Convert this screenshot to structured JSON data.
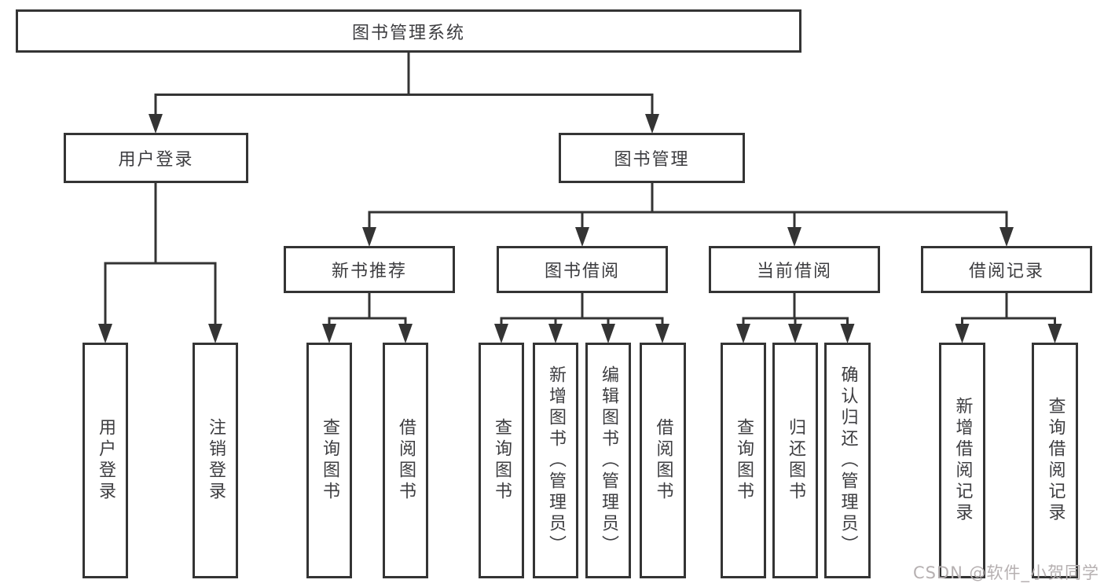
{
  "diagram_type": "hierarchy-tree",
  "colors": {
    "line": "#343434",
    "box_border": "#343434",
    "text": "#3d3d40",
    "background": "#ffffff",
    "watermark": "#b6b0b1"
  },
  "tree": {
    "label": "图书管理系统",
    "children": [
      {
        "label": "用户登录",
        "children": [
          {
            "label": "用户登录"
          },
          {
            "label": "注销登录"
          }
        ]
      },
      {
        "label": "图书管理",
        "children": [
          {
            "label": "新书推荐",
            "children": [
              {
                "label": "查询图书"
              },
              {
                "label": "借阅图书"
              }
            ]
          },
          {
            "label": "图书借阅",
            "children": [
              {
                "label": "查询图书"
              },
              {
                "label": "新增图书（管理员）"
              },
              {
                "label": "编辑图书（管理员）"
              },
              {
                "label": "借阅图书"
              }
            ]
          },
          {
            "label": "当前借阅",
            "children": [
              {
                "label": "查询图书"
              },
              {
                "label": "归还图书"
              },
              {
                "label": "确认归还（管理员）"
              }
            ]
          },
          {
            "label": "借阅记录",
            "children": [
              {
                "label": "新增借阅记录"
              },
              {
                "label": "查询借阅记录"
              }
            ]
          }
        ]
      }
    ]
  },
  "watermark": "CSDN @软件_小贺同学"
}
